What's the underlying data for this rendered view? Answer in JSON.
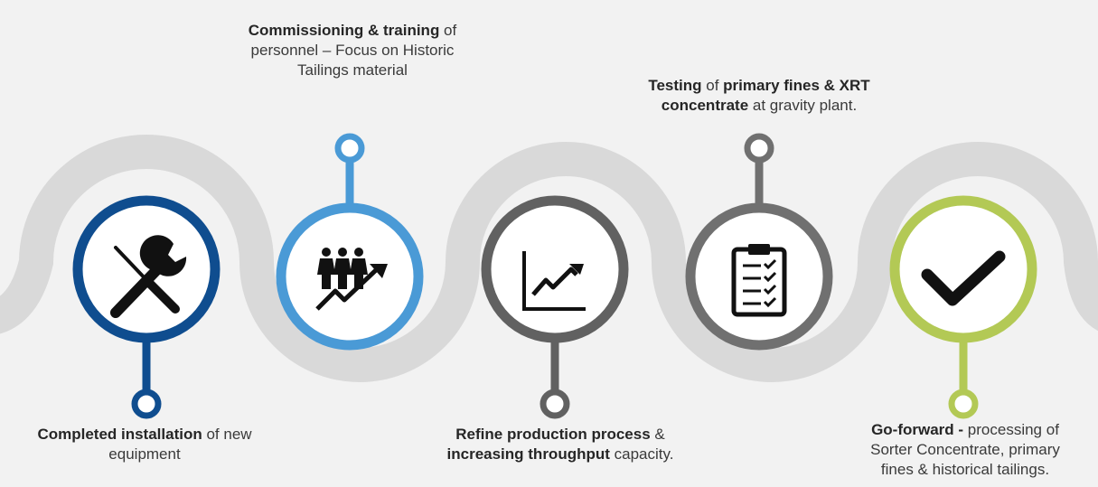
{
  "colors": {
    "background": "#f2f2f2",
    "track": "#d9d9d9",
    "step1": "#0f4d8f",
    "step2": "#4a9ad6",
    "step3": "#616161",
    "step4": "#707070",
    "step5": "#b3c955",
    "icon": "#111111"
  },
  "steps": [
    {
      "icon": "tools-icon",
      "caption_lines": [
        [
          {
            "text": "Completed installation",
            "bold": true
          },
          {
            "text": " of new",
            "bold": false
          }
        ],
        [
          {
            "text": "equipment",
            "bold": false
          }
        ]
      ]
    },
    {
      "icon": "team-growth-icon",
      "caption_lines": [
        [
          {
            "text": "Commissioning & training",
            "bold": true
          },
          {
            "text": " of",
            "bold": false
          }
        ],
        [
          {
            "text": "personnel – Focus on Historic",
            "bold": false
          }
        ],
        [
          {
            "text": "Tailings material",
            "bold": false
          }
        ]
      ]
    },
    {
      "icon": "line-chart-icon",
      "caption_lines": [
        [
          {
            "text": "Refine production process",
            "bold": true
          },
          {
            "text": " &",
            "bold": false
          }
        ],
        [
          {
            "text": "increasing throughput",
            "bold": true
          },
          {
            "text": " capacity.",
            "bold": false
          }
        ]
      ]
    },
    {
      "icon": "clipboard-checklist-icon",
      "caption_lines": [
        [
          {
            "text": "Testing",
            "bold": true
          },
          {
            "text": " of ",
            "bold": false
          },
          {
            "text": "primary fines & XRT",
            "bold": true
          }
        ],
        [
          {
            "text": "concentrate",
            "bold": true
          },
          {
            "text": " at gravity plant.",
            "bold": false
          }
        ]
      ]
    },
    {
      "icon": "checkmark-icon",
      "caption_lines": [
        [
          {
            "text": "Go-forward -",
            "bold": true
          },
          {
            "text": " processing of",
            "bold": false
          }
        ],
        [
          {
            "text": "Sorter Concentrate, primary",
            "bold": false
          }
        ],
        [
          {
            "text": "fines & historical tailings.",
            "bold": false
          }
        ]
      ]
    }
  ]
}
